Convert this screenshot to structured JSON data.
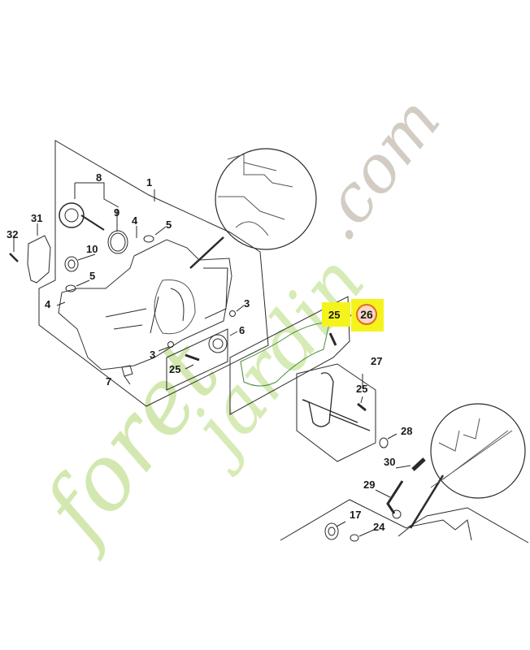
{
  "diagram": {
    "type": "exploded-parts-diagram",
    "subject": "crankcase assembly",
    "highlight": {
      "part": "26",
      "box_color": "#f4f41c",
      "circle_fill": "#fbd9c4",
      "circle_border": "#e66a1f"
    },
    "callouts": [
      {
        "id": "c32",
        "label": "32"
      },
      {
        "id": "c31",
        "label": "31"
      },
      {
        "id": "c8",
        "label": "8"
      },
      {
        "id": "c9",
        "label": "9"
      },
      {
        "id": "c1",
        "label": "1"
      },
      {
        "id": "c4a",
        "label": "4"
      },
      {
        "id": "c5a",
        "label": "5"
      },
      {
        "id": "c10",
        "label": "10"
      },
      {
        "id": "c5b",
        "label": "5"
      },
      {
        "id": "c4b",
        "label": "4"
      },
      {
        "id": "c3a",
        "label": "3"
      },
      {
        "id": "c6",
        "label": "6"
      },
      {
        "id": "c3b",
        "label": "3"
      },
      {
        "id": "c25a",
        "label": "25"
      },
      {
        "id": "c7",
        "label": "7"
      },
      {
        "id": "c25b",
        "label": "25"
      },
      {
        "id": "c26",
        "label": "26"
      },
      {
        "id": "c27",
        "label": "27"
      },
      {
        "id": "c25c",
        "label": "25"
      },
      {
        "id": "c28",
        "label": "28"
      },
      {
        "id": "c30",
        "label": "30"
      },
      {
        "id": "c29",
        "label": "29"
      },
      {
        "id": "c17",
        "label": "17"
      },
      {
        "id": "c24",
        "label": "24"
      }
    ]
  },
  "watermark": {
    "part1": "foret",
    "part2": "jardin",
    "part3": ".com",
    "colors": {
      "green": "#c9e2a0",
      "orange": "#f6c98f",
      "gray": "#c9c3bb"
    }
  }
}
